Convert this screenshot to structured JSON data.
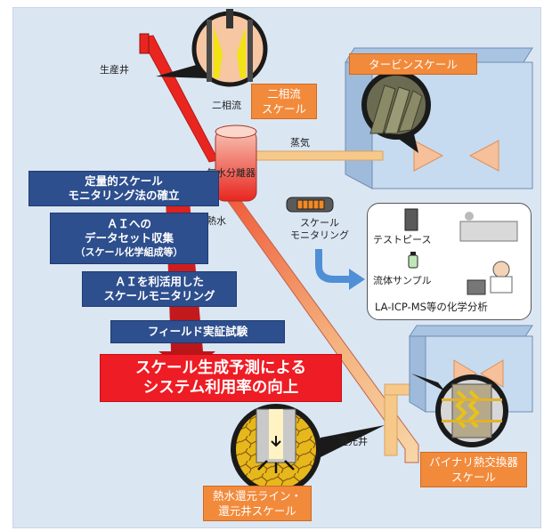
{
  "labels": {
    "production_well": "生産井",
    "two_phase_flow": "二相流",
    "separator": "気水分離器",
    "steam": "蒸気",
    "hot_water": "熱水",
    "reinjection_well": "還元井",
    "scale_monitoring_line1": "スケール",
    "scale_monitoring_line2": "モニタリング",
    "test_piece": "テストピース",
    "fluid_sample": "流体サンプル",
    "analysis": "LA-ICP-MS等の化学分析"
  },
  "callouts": {
    "turbine_scale": "タービンスケール",
    "two_phase_scale_line1": "二相流",
    "two_phase_scale_line2": "スケール",
    "binary_scale_line1": "バイナリ熱交換器",
    "binary_scale_line2": "スケール",
    "reinjection_scale_line1": "熱水還元ライン・",
    "reinjection_scale_line2": "還元井スケール"
  },
  "steps": [
    {
      "line1": "定量的スケール",
      "line2": "モニタリング法の確立"
    },
    {
      "line1": "ＡＩへの",
      "line2": "データセット収集",
      "line3": "（スケール化学組成等）"
    },
    {
      "line1": "ＡＩを利活用した",
      "line2": "スケールモニタリング"
    },
    {
      "line1": "フィールド実証試験"
    }
  ],
  "goal": {
    "line1": "スケール生成予測による",
    "line2": "システム利用率の向上"
  },
  "colors": {
    "background": "#dbe6f3",
    "step_box": "#2e4f8e",
    "goal_box": "#ee1c24",
    "callout_box": "#f28a3b",
    "pipe_hot": "#e8261f",
    "pipe_cool": "#f6c98a"
  }
}
